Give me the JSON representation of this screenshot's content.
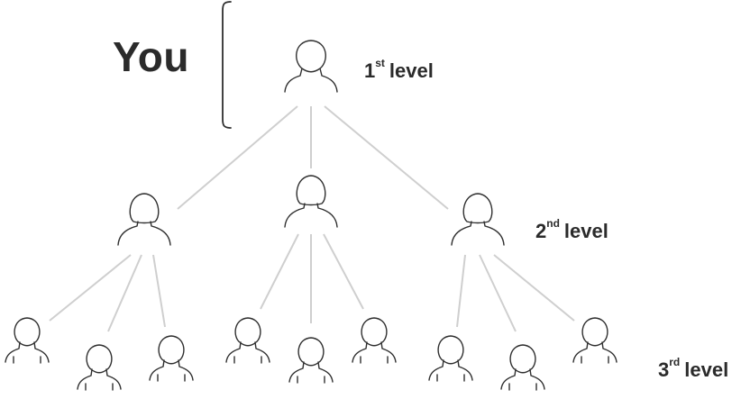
{
  "title": "You",
  "levels": [
    {
      "num": "1",
      "suffix": "st",
      "word": "level"
    },
    {
      "num": "2",
      "suffix": "nd",
      "word": "level"
    },
    {
      "num": "3",
      "suffix": "rd",
      "word": "level"
    }
  ],
  "colors": {
    "text": "#2b2b2b",
    "icon_stroke": "#2f2f2f",
    "connector": "#cfcfcf",
    "background": "#ffffff"
  },
  "icons": {
    "root": "person-icon",
    "second_level": "female-person-icon",
    "third_level": "male-person-icon"
  },
  "structure": {
    "root_children": 3,
    "children_per_second_level": 3
  }
}
